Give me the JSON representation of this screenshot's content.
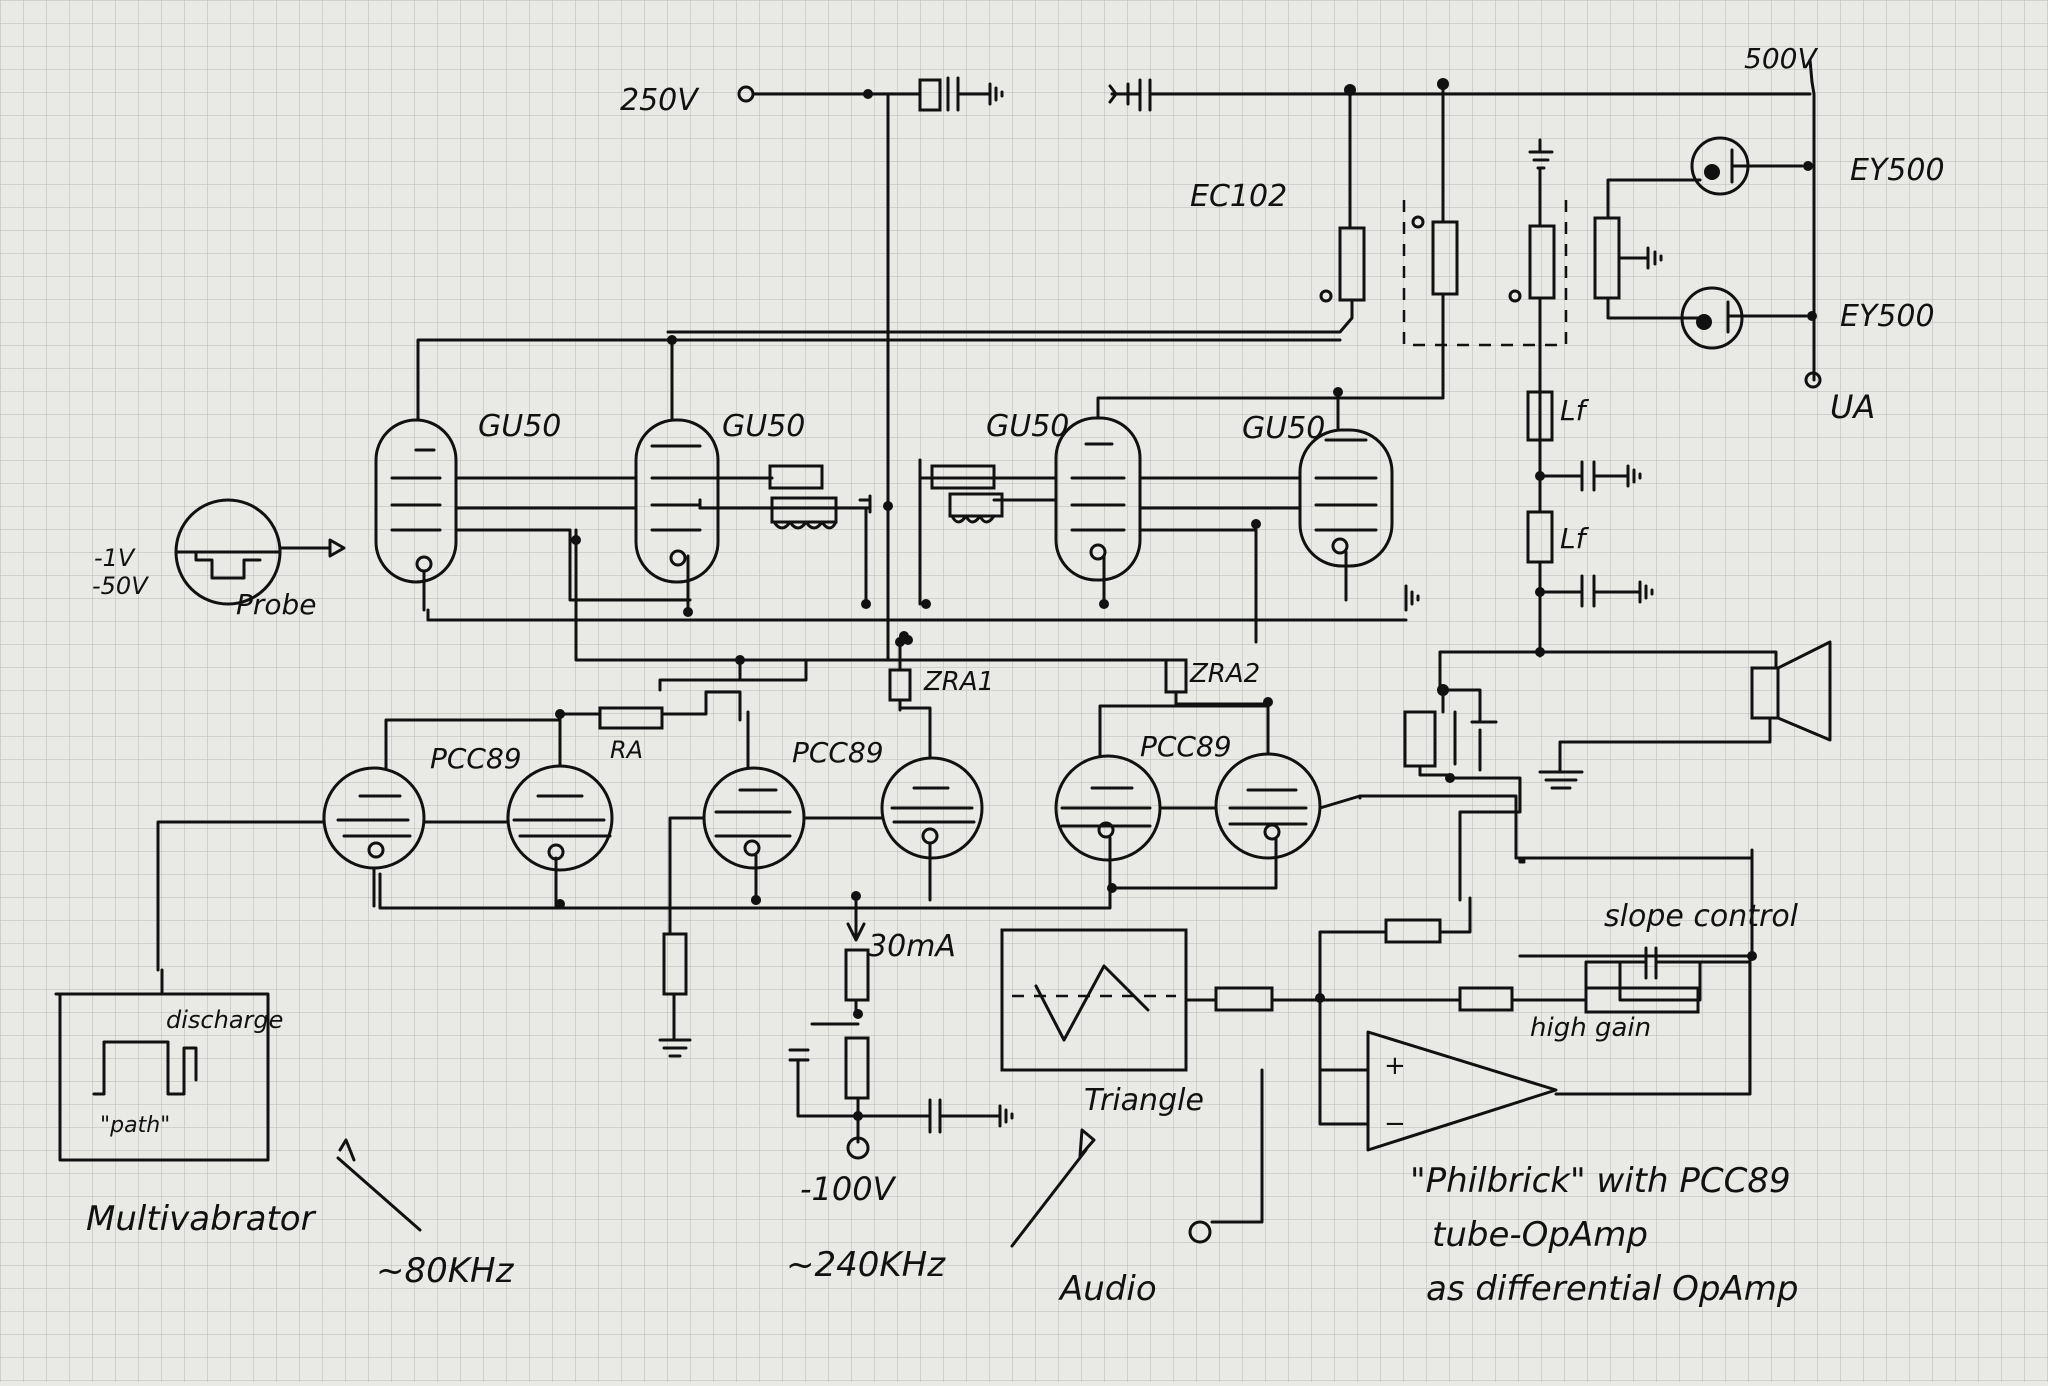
{
  "labels": {
    "v250": "250V",
    "v500": "500V",
    "ec102": "EC102",
    "ey500_top": "EY500",
    "ey500_bottom": "EY500",
    "ua": "UA",
    "gu50_1": "GU50",
    "gu50_2": "GU50",
    "gu50_3": "GU50",
    "gu50_4": "GU50",
    "lf_1": "Lf",
    "lf_2": "Lf",
    "v_in_1": "-1V",
    "v_in_2": "-50V",
    "probe": "Probe",
    "zra1": "ZRA1",
    "zra2": "ZRA2",
    "ra": "RA",
    "pcc89_1": "PCC89",
    "pcc89_2": "PCC89",
    "pcc89_3": "PCC89",
    "discharge": "discharge",
    "path": "\"path\"",
    "multivibrator": "Multivabrator",
    "khz80": "~80KHz",
    "ma30": "30mA",
    "triangle": "Triangle",
    "v100": "-100V",
    "khz240": "~240KHz",
    "audio": "Audio",
    "slope_control": "slope control",
    "high_gain": "high gain",
    "plus": "+",
    "minus": "−",
    "philbrick_1": "\"Philbrick\"  with PCC89",
    "philbrick_2": "tube-OpAmp",
    "philbrick_3": "as differential OpAmp"
  },
  "colors": {
    "paper": "#e9e9e6",
    "grid": "#b7b7b3",
    "ink": "#111111"
  }
}
